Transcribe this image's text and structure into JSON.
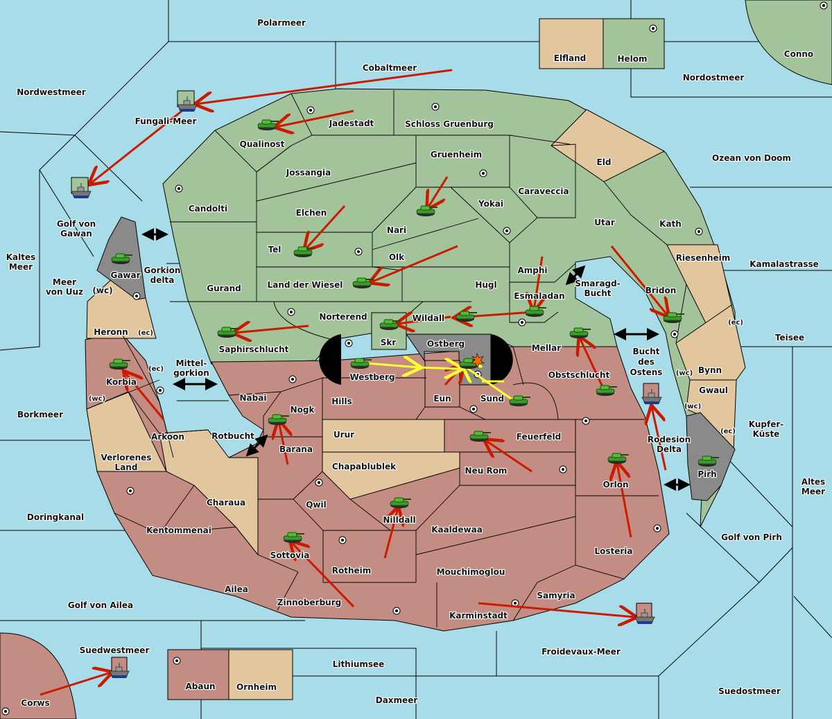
{
  "title": "Diplomacy-style strategy map — order overlay",
  "colors": {
    "sea": "#a8dce8",
    "green_power": "#a3c49a",
    "red_power": "#c38d84",
    "neutral": "#e2c69e",
    "gray_power": "#8a8a8a",
    "order_arrow": "#cc1a00",
    "support_arrow": "#ffff30",
    "impassable": "#000000"
  },
  "seas": [
    "Polarmeer",
    "Cobaltmeer",
    "Nordwestmeer",
    "Fungali-Meer",
    "Nordostmeer",
    "Ozean von Doom",
    "Golf von Gawan",
    "Kaltes Meer",
    "Meer von Uuz",
    "Gorkion delta",
    "Mittel-gorkion",
    "Borkmeer",
    "Doringkanal",
    "Rotbucht",
    "Golf von Ailea",
    "Suedwestmeer",
    "Lithiumsee",
    "Daxmeer",
    "Froidevaux-Meer",
    "Suedostmeer",
    "Golf von Pirh",
    "Altes Meer",
    "Kupfer-Küste",
    "Teisee",
    "Kamalastrasse",
    "Smaragd-Bucht",
    "Bucht des Ostens",
    "Rodesion Delta"
  ],
  "provinces": {
    "green": [
      "Qualinost",
      "Jadestadt",
      "Schloss Gruenburg",
      "Gruenheim",
      "Jossangia",
      "Candolti",
      "Elchen",
      "Nari",
      "Yokai",
      "Caraveccia",
      "Tel",
      "Olk",
      "Land der Wiesel",
      "Hugl",
      "Amphi",
      "Esmaladan",
      "Gurand",
      "Norterend",
      "Wildall",
      "Saphirschlucht",
      "Skr",
      "Mellar",
      "Utar",
      "Kath",
      "Bridon",
      "Helom",
      "Conno"
    ],
    "red": [
      "Westberg",
      "Eun",
      "Sund",
      "Obstschlucht",
      "Nabai",
      "Hills",
      "Nogk",
      "Barana",
      "Korbia",
      "Arkoon",
      "Kentommenai",
      "Qwil",
      "Nilldall",
      "Feuerfeld",
      "Neu Rom",
      "Orlon",
      "Losteria",
      "Kaaldewaa",
      "Mouchimoglou",
      "Sottovia",
      "Rotheim",
      "Zinnoberburg",
      "Ailea",
      "Karminstadt",
      "Samyria",
      "Abaun",
      "Corws"
    ],
    "neutral": [
      "Elfland",
      "Eld",
      "Riesenheim",
      "Bynn",
      "Gwaul",
      "Heronn",
      "Verlorenes Land",
      "Charaua",
      "Urur",
      "Chapablublek",
      "Ornheim"
    ],
    "gray": [
      "Gawar",
      "Ostberg",
      "Pirh"
    ]
  },
  "coast_tags": {
    "wc": "(wc)",
    "ec": "(ec)"
  },
  "labels": {
    "polarmeer": "Polarmeer",
    "cobaltmeer": "Cobaltmeer",
    "nordwestmeer": "Nordwestmeer",
    "fungali": "Fungali-Meer",
    "elfland": "Elfland",
    "helom": "Helom",
    "conno": "Conno",
    "nordostmeer": "Nordostmeer",
    "ozean": "Ozean von Doom",
    "jadestadt": "Jadestadt",
    "schloss": "Schloss Gruenburg",
    "qualinost": "Qualinost",
    "gruenheim": "Gruenheim",
    "eld": "Eld",
    "jossangia": "Jossangia",
    "caraveccia": "Caraveccia",
    "candolti": "Candolti",
    "yokai": "Yokai",
    "elchen": "Elchen",
    "nari": "Nari",
    "utar": "Utar",
    "kath": "Kath",
    "gawan1": "Golf von",
    "gawan2": "Gawan",
    "tel": "Tel",
    "olk": "Olk",
    "riesenheim": "Riesenheim",
    "kamala": "Kamalastrasse",
    "kaltes1": "Kaltes",
    "kaltes2": "Meer",
    "gawar": "Gawar",
    "gorkion1": "Gorkion",
    "gorkion2": "delta",
    "amphi": "Amphi",
    "smaragd1": "Smaragd-",
    "smaragd2": "Bucht",
    "meeruuz1": "Meer",
    "meeruuz2": "von Uuz",
    "gurand": "Gurand",
    "wiesel": "Land der Wiesel",
    "hugl": "Hugl",
    "bridon": "Bridon",
    "esmaladan": "Esmaladan",
    "norterend": "Norterend",
    "wildall": "Wildall",
    "heronn": "Heronn",
    "teisee": "Teisee",
    "saphir": "Saphirschlucht",
    "skr": "Skr",
    "ostberg": "Ostberg",
    "mellar": "Mellar",
    "bucht1": "Bucht",
    "bucht2": "des",
    "bucht3": "Ostens",
    "mittel1": "Mittel-",
    "mittel2": "gorkion",
    "korbia": "Korbia",
    "westberg": "Westberg",
    "obst": "Obstschlucht",
    "bynn": "Bynn",
    "nabai": "Nabai",
    "hills": "Hills",
    "eun": "Eun",
    "sund": "Sund",
    "gwaul": "Gwaul",
    "borkmeer": "Borkmeer",
    "nogk": "Nogk",
    "kupfer1": "Kupfer-",
    "kupfer2": "Küste",
    "arkoon": "Arkoon",
    "rotbucht": "Rotbucht",
    "urur": "Urur",
    "feuerfeld": "Feuerfeld",
    "rodesion1": "Rodesion",
    "rodesion2": "Delta",
    "barana": "Barana",
    "verlorenes1": "Verlorenes",
    "verlorenes2": "Land",
    "chapa": "Chapablublek",
    "neurom": "Neu Rom",
    "pirh": "Pirh",
    "altes1": "Altes",
    "altes2": "Meer",
    "orlon": "Orlon",
    "charaua": "Charaua",
    "qwil": "Qwil",
    "nilldall": "Nilldall",
    "doring": "Doringkanal",
    "kentom": "Kentommenai",
    "kaaldewaa": "Kaaldewaa",
    "golfpirh": "Golf von Pirh",
    "losteria": "Losteria",
    "sottovia": "Sottovia",
    "rotheim": "Rotheim",
    "mouchi": "Mouchimoglou",
    "ailea": "Ailea",
    "samyria": "Samyria",
    "golfailea": "Golf von Ailea",
    "zinnober": "Zinnoberburg",
    "karmin": "Karminstadt",
    "suedwest": "Suedwestmeer",
    "froide": "Froidevaux-Meer",
    "lithium": "Lithiumsee",
    "abaun": "Abaun",
    "ornheim": "Ornheim",
    "suedost": "Suedostmeer",
    "daxmeer": "Daxmeer",
    "corws": "Corws"
  },
  "units": [
    {
      "type": "army",
      "location": "Qualinost",
      "owner": "green"
    },
    {
      "type": "army",
      "location": "Tel",
      "owner": "green"
    },
    {
      "type": "army",
      "location": "Nari",
      "owner": "green"
    },
    {
      "type": "army",
      "location": "Land der Wiesel",
      "owner": "green"
    },
    {
      "type": "army",
      "location": "Gawar",
      "owner": "green"
    },
    {
      "type": "army",
      "location": "Saphirschlucht",
      "owner": "green"
    },
    {
      "type": "army",
      "location": "Skr",
      "owner": "green"
    },
    {
      "type": "army",
      "location": "Wildall",
      "owner": "green"
    },
    {
      "type": "army",
      "location": "Esmaladan",
      "owner": "green"
    },
    {
      "type": "army",
      "location": "Mellar",
      "owner": "green"
    },
    {
      "type": "army",
      "location": "Bridon",
      "owner": "green"
    },
    {
      "type": "army",
      "location": "Westberg",
      "owner": "green"
    },
    {
      "type": "army",
      "location": "Ostberg",
      "owner": "green",
      "dislodged": true
    },
    {
      "type": "army",
      "location": "Sund",
      "owner": "green"
    },
    {
      "type": "army",
      "location": "Obstschlucht",
      "owner": "green"
    },
    {
      "type": "army",
      "location": "Korbia",
      "owner": "green"
    },
    {
      "type": "army",
      "location": "Nogk",
      "owner": "green"
    },
    {
      "type": "army",
      "location": "Feuerfeld",
      "owner": "green"
    },
    {
      "type": "army",
      "location": "Orlon",
      "owner": "green"
    },
    {
      "type": "army",
      "location": "Nilldall",
      "owner": "green"
    },
    {
      "type": "army",
      "location": "Sottovia",
      "owner": "green"
    },
    {
      "type": "army",
      "location": "Pirh",
      "owner": "green"
    },
    {
      "type": "fleet",
      "location": "Fungali-Meer",
      "owner": "green"
    },
    {
      "type": "fleet",
      "location": "Golf von Gawan",
      "owner": "green"
    },
    {
      "type": "fleet",
      "location": "Bucht des Ostens",
      "owner": "red"
    },
    {
      "type": "fleet",
      "location": "Froidevaux-Meer",
      "owner": "red"
    },
    {
      "type": "fleet",
      "location": "Suedwestmeer",
      "owner": "red"
    }
  ]
}
